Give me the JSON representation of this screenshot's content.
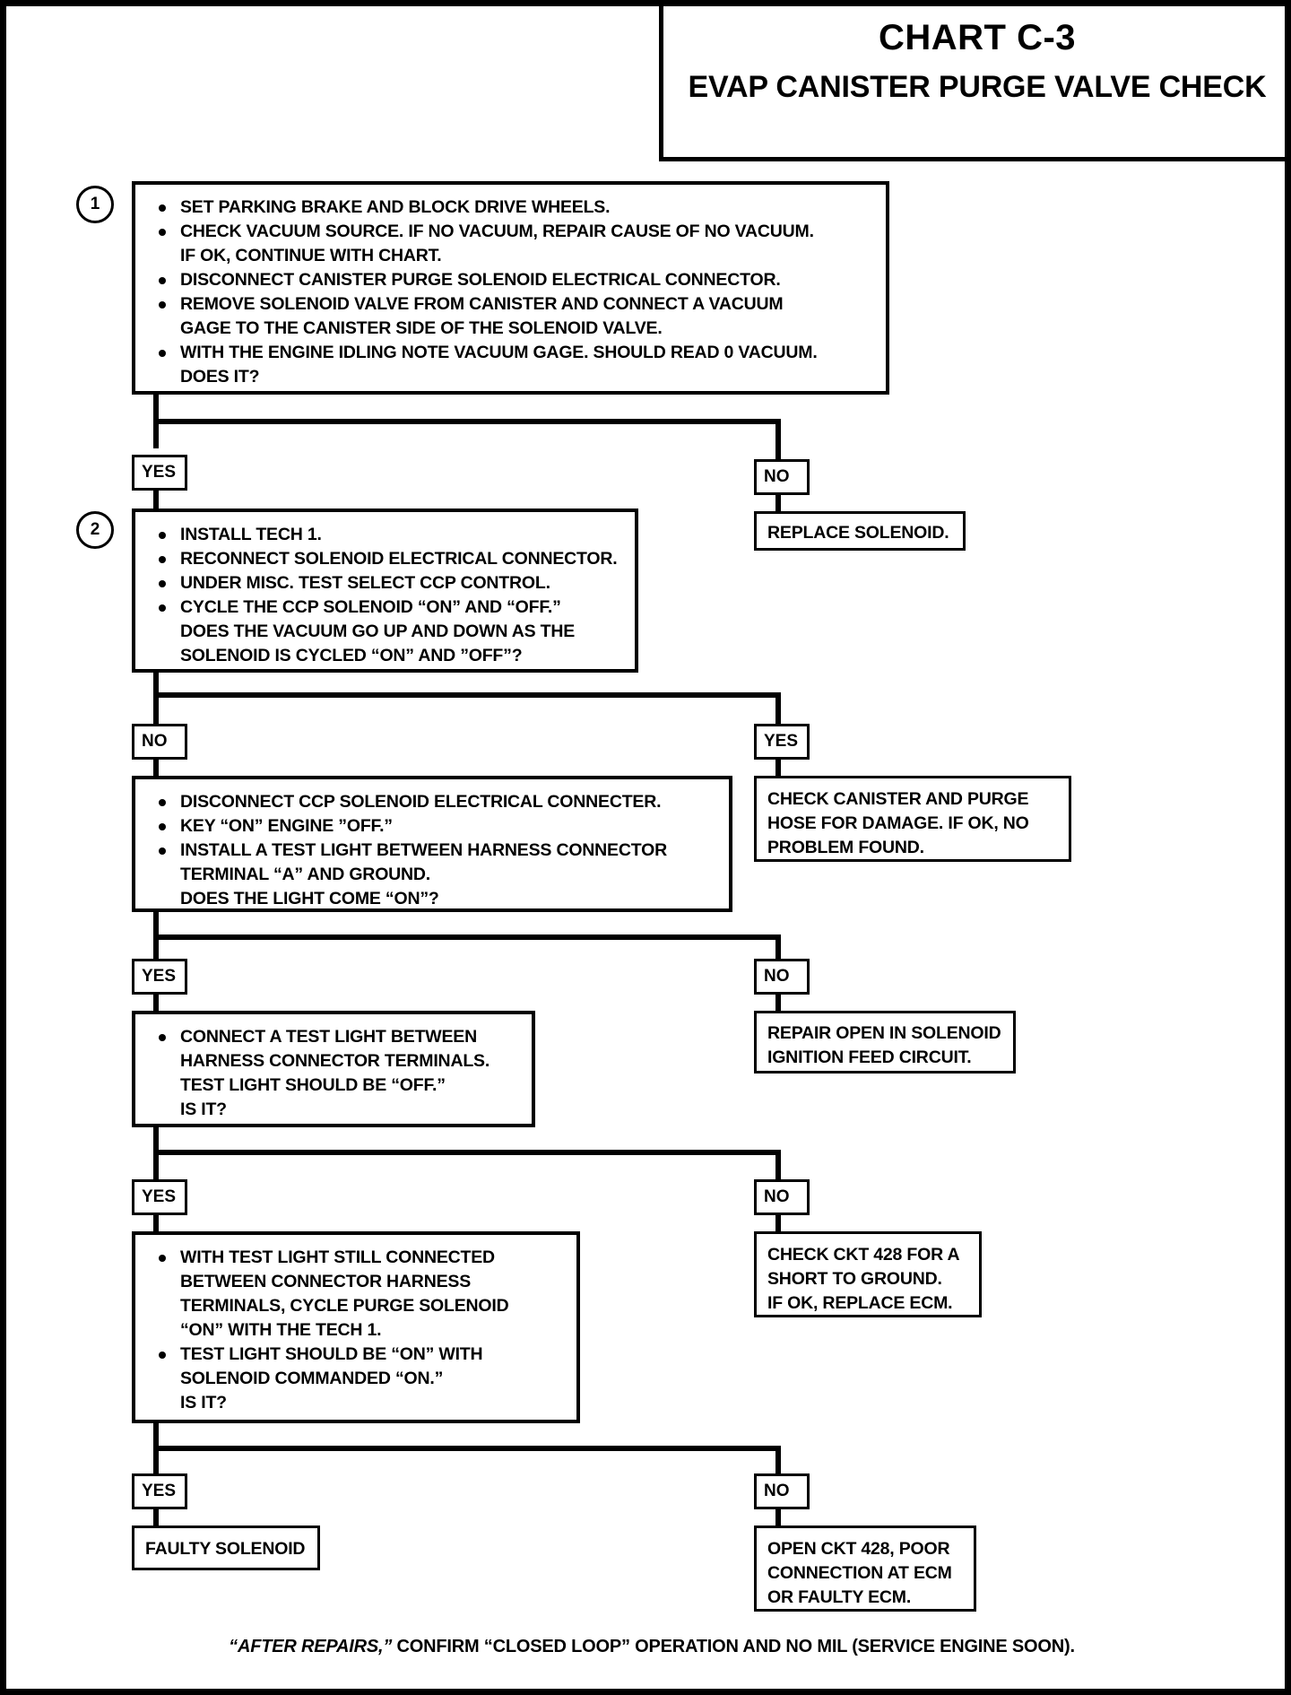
{
  "header": {
    "chart_id": "CHART C-3",
    "chart_subtitle": "EVAP CANISTER PURGE VALVE CHECK"
  },
  "steps": {
    "step1_number": "1",
    "step1": [
      [
        "SET PARKING BRAKE AND BLOCK DRIVE WHEELS."
      ],
      [
        "CHECK VACUUM SOURCE.  IF NO VACUUM, REPAIR CAUSE OF NO VACUUM.",
        "IF OK, CONTINUE WITH CHART."
      ],
      [
        "DISCONNECT CANISTER PURGE SOLENOID ELECTRICAL CONNECTOR."
      ],
      [
        "REMOVE SOLENOID VALVE FROM CANISTER  AND CONNECT A VACUUM",
        "GAGE TO THE CANISTER SIDE OF THE SOLENOID VALVE."
      ],
      [
        "WITH THE ENGINE IDLING NOTE VACUUM GAGE.  SHOULD READ 0 VACUUM.",
        "DOES IT?"
      ]
    ],
    "step2_number": "2",
    "step2": [
      [
        "INSTALL TECH 1."
      ],
      [
        "RECONNECT SOLENOID ELECTRICAL CONNECTOR."
      ],
      [
        "UNDER MISC. TEST SELECT CCP CONTROL."
      ],
      [
        "CYCLE THE CCP SOLENOID “ON” AND “OFF.”",
        "DOES THE VACUUM GO UP AND DOWN AS THE",
        "SOLENOID IS CYCLED “ON” AND ”OFF”?"
      ]
    ],
    "step3": [
      [
        "DISCONNECT CCP SOLENOID ELECTRICAL CONNECTER."
      ],
      [
        "KEY “ON” ENGINE ”OFF.”"
      ],
      [
        "INSTALL A TEST LIGHT BETWEEN HARNESS CONNECTOR",
        "TERMINAL “A” AND GROUND.",
        "DOES THE LIGHT COME “ON”?"
      ]
    ],
    "step4": [
      [
        "CONNECT A TEST LIGHT BETWEEN",
        "HARNESS CONNECTOR TERMINALS.",
        "TEST LIGHT SHOULD BE “OFF.”",
        "IS IT?"
      ]
    ],
    "step5": [
      [
        "WITH TEST LIGHT STILL CONNECTED",
        "BETWEEN CONNECTOR HARNESS",
        "TERMINALS, CYCLE PURGE SOLENOID",
        "“ON” WITH THE TECH 1."
      ],
      [
        "TEST LIGHT SHOULD BE “ON” WITH",
        "SOLENOID COMMANDED “ON.”",
        "IS IT?"
      ]
    ]
  },
  "branches": {
    "b1_yes": "YES",
    "b1_no": "NO",
    "b2_no": "NO",
    "b2_yes": "YES",
    "b3_yes": "YES",
    "b3_no": "NO",
    "b4_yes": "YES",
    "b4_no": "NO",
    "b5_yes": "YES",
    "b5_no": "NO"
  },
  "outcomes": {
    "replace_solenoid": [
      "REPLACE SOLENOID."
    ],
    "check_canister": [
      "CHECK CANISTER AND PURGE",
      "HOSE FOR DAMAGE.  IF OK, NO",
      "PROBLEM FOUND."
    ],
    "repair_open": [
      "REPAIR OPEN IN SOLENOID",
      "IGNITION FEED CIRCUIT."
    ],
    "check_ckt428": [
      "CHECK CKT 428 FOR A",
      "SHORT TO GROUND.",
      "IF OK, REPLACE ECM."
    ],
    "faulty_solenoid": [
      "FAULTY SOLENOID"
    ],
    "open_ckt428": [
      "OPEN CKT 428, POOR",
      "CONNECTION AT ECM",
      "OR FAULTY ECM."
    ]
  },
  "footer": {
    "italic_part": "“AFTER REPAIRS,”",
    "rest": " CONFIRM “CLOSED LOOP” OPERATION AND NO MIL (SERVICE ENGINE SOON)."
  },
  "colors": {
    "ink": "#000000",
    "paper": "#ffffff"
  }
}
